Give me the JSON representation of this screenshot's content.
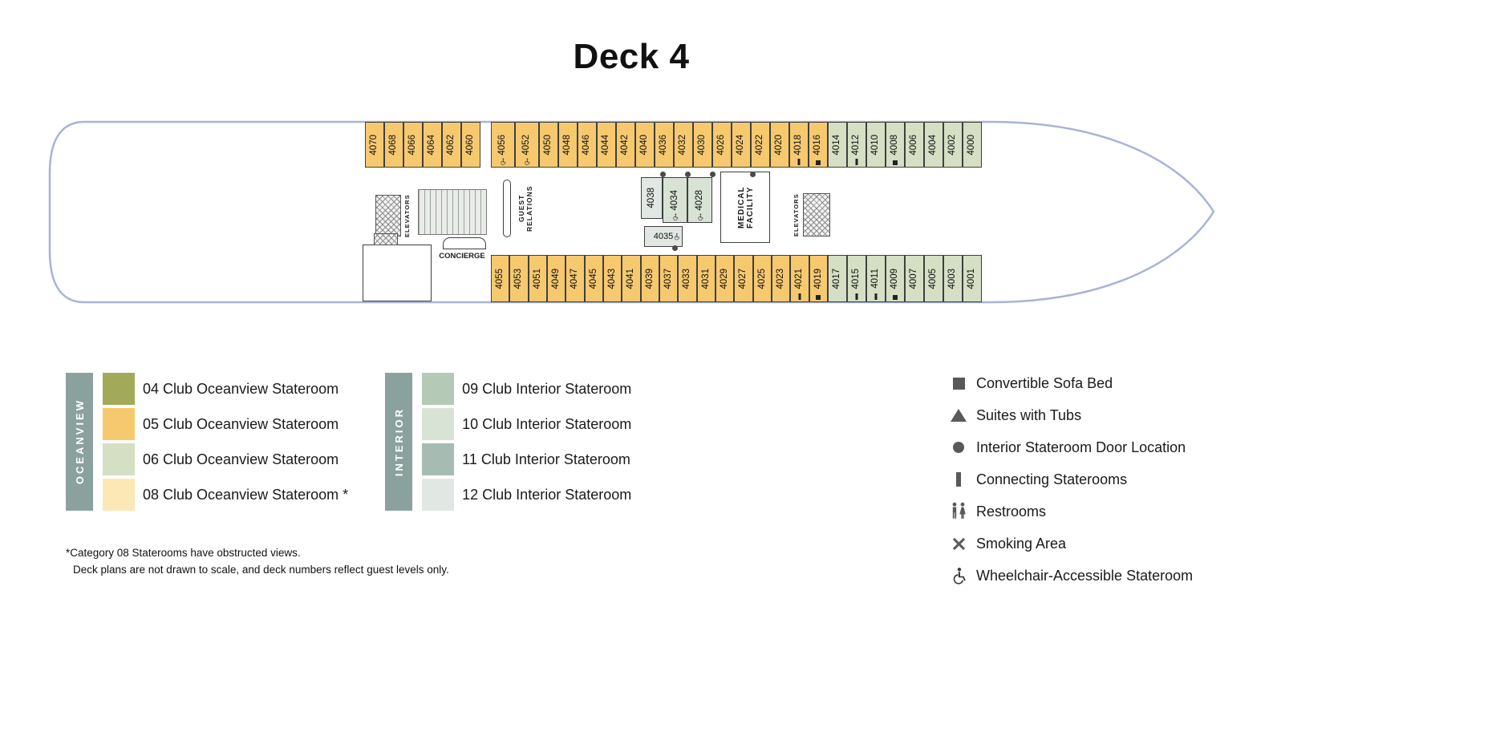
{
  "title": "Deck 4",
  "colors": {
    "cat04": "#a2aa59",
    "cat05": "#f7c96f",
    "cat06": "#d5dfc4",
    "cat08": "#fce8b4",
    "cat09": "#b5cab6",
    "cat10": "#d8e3d6",
    "cat11": "#a6bbb1",
    "cat12": "#e1e8e4",
    "hull_outline": "#a9b3d7",
    "legend_bar": "#8ba19e",
    "symbol_icon": "#58595b"
  },
  "ship": {
    "facilities": {
      "elevators": "ELEVATORS",
      "guest_relations": "GUEST\nRELATIONS",
      "medical": "MEDICAL\nFACILITY",
      "concierge": "CONCIERGE"
    },
    "rows": {
      "top_aft": [
        {
          "n": "4070",
          "c": "cat05"
        },
        {
          "n": "4068",
          "c": "cat05"
        },
        {
          "n": "4066",
          "c": "cat05"
        },
        {
          "n": "4064",
          "c": "cat05"
        },
        {
          "n": "4062",
          "c": "cat05"
        },
        {
          "n": "4060",
          "c": "cat05"
        }
      ],
      "top_main": [
        {
          "n": "4056",
          "c": "cat05",
          "w": true
        },
        {
          "n": "4052",
          "c": "cat05",
          "w": true
        },
        {
          "n": "4050",
          "c": "cat05"
        },
        {
          "n": "4048",
          "c": "cat05"
        },
        {
          "n": "4046",
          "c": "cat05"
        },
        {
          "n": "4044",
          "c": "cat05"
        },
        {
          "n": "4042",
          "c": "cat05"
        },
        {
          "n": "4040",
          "c": "cat05"
        },
        {
          "n": "4036",
          "c": "cat05"
        },
        {
          "n": "4032",
          "c": "cat05"
        },
        {
          "n": "4030",
          "c": "cat05"
        },
        {
          "n": "4026",
          "c": "cat05"
        },
        {
          "n": "4024",
          "c": "cat05"
        },
        {
          "n": "4022",
          "c": "cat05"
        },
        {
          "n": "4020",
          "c": "cat05"
        },
        {
          "n": "4018",
          "c": "cat05",
          "m": "connect"
        },
        {
          "n": "4016",
          "c": "cat05",
          "m": "sofa"
        }
      ],
      "top_fwd": [
        {
          "n": "4014",
          "c": "cat06"
        },
        {
          "n": "4012",
          "c": "cat06",
          "m": "connect"
        },
        {
          "n": "4010",
          "c": "cat06"
        },
        {
          "n": "4008",
          "c": "cat06",
          "m": "sofa"
        },
        {
          "n": "4006",
          "c": "cat06"
        },
        {
          "n": "4004",
          "c": "cat06"
        },
        {
          "n": "4002",
          "c": "cat06"
        },
        {
          "n": "4000",
          "c": "cat06"
        }
      ],
      "bottom_main": [
        {
          "n": "4055",
          "c": "cat05"
        },
        {
          "n": "4053",
          "c": "cat05"
        },
        {
          "n": "4051",
          "c": "cat05"
        },
        {
          "n": "4049",
          "c": "cat05"
        },
        {
          "n": "4047",
          "c": "cat05"
        },
        {
          "n": "4045",
          "c": "cat05"
        },
        {
          "n": "4043",
          "c": "cat05"
        },
        {
          "n": "4041",
          "c": "cat05"
        },
        {
          "n": "4039",
          "c": "cat05"
        },
        {
          "n": "4037",
          "c": "cat05"
        },
        {
          "n": "4033",
          "c": "cat05"
        },
        {
          "n": "4031",
          "c": "cat05"
        },
        {
          "n": "4029",
          "c": "cat05"
        },
        {
          "n": "4027",
          "c": "cat05"
        },
        {
          "n": "4025",
          "c": "cat05"
        },
        {
          "n": "4023",
          "c": "cat05"
        },
        {
          "n": "4021",
          "c": "cat05",
          "m": "connect"
        },
        {
          "n": "4019",
          "c": "cat05",
          "m": "sofa"
        }
      ],
      "bottom_fwd": [
        {
          "n": "4017",
          "c": "cat06"
        },
        {
          "n": "4015",
          "c": "cat06",
          "m": "connect"
        },
        {
          "n": "4011",
          "c": "cat06",
          "m": "connect"
        },
        {
          "n": "4009",
          "c": "cat06",
          "m": "sofa"
        },
        {
          "n": "4007",
          "c": "cat06"
        },
        {
          "n": "4005",
          "c": "cat06"
        },
        {
          "n": "4003",
          "c": "cat06"
        },
        {
          "n": "4001",
          "c": "cat06"
        }
      ],
      "middle": [
        {
          "n": "4038",
          "c": "cat12"
        },
        {
          "n": "4034",
          "c": "cat10",
          "w": true
        },
        {
          "n": "4028",
          "c": "cat10",
          "w": true
        },
        {
          "n": "4035",
          "c": "cat12",
          "w": true
        }
      ]
    },
    "door_dots": [
      [
        826,
        217
      ],
      [
        857,
        217
      ],
      [
        888,
        217
      ],
      [
        938,
        217
      ],
      [
        841,
        309
      ]
    ]
  },
  "legend": {
    "groups": [
      {
        "bar_label": "OCEANVIEW",
        "items": [
          {
            "label": "04 Club Oceanview Stateroom",
            "color_key": "cat04"
          },
          {
            "label": "05 Club Oceanview Stateroom",
            "color_key": "cat05"
          },
          {
            "label": "06 Club Oceanview Stateroom",
            "color_key": "cat06"
          },
          {
            "label": "08 Club Oceanview Stateroom *",
            "color_key": "cat08"
          }
        ]
      },
      {
        "bar_label": "INTERIOR",
        "items": [
          {
            "label": "09 Club Interior Stateroom",
            "color_key": "cat09"
          },
          {
            "label": "10 Club Interior Stateroom",
            "color_key": "cat10"
          },
          {
            "label": "11 Club Interior Stateroom",
            "color_key": "cat11"
          },
          {
            "label": "12 Club Interior Stateroom",
            "color_key": "cat12"
          }
        ]
      }
    ]
  },
  "symbols": [
    {
      "icon": "square",
      "label": "Convertible Sofa Bed"
    },
    {
      "icon": "triangle",
      "label": "Suites with Tubs"
    },
    {
      "icon": "circle",
      "label": "Interior Stateroom Door Location"
    },
    {
      "icon": "bar",
      "label": "Connecting Staterooms"
    },
    {
      "icon": "restrooms",
      "label": "Restrooms"
    },
    {
      "icon": "smoking",
      "label": "Smoking Area"
    },
    {
      "icon": "wheelchair",
      "label": "Wheelchair-Accessible Stateroom"
    }
  ],
  "footnotes": [
    "*Category 08 Staterooms have obstructed views.",
    "Deck plans are not drawn to scale, and deck numbers reflect guest levels only."
  ]
}
